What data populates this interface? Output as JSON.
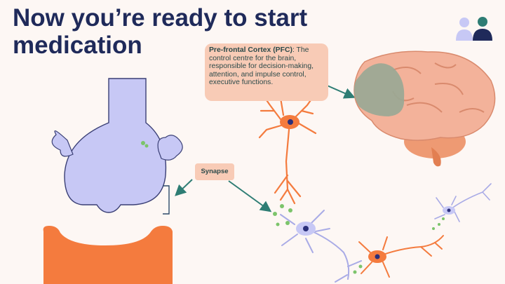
{
  "slide": {
    "title": "Now you’re ready to start medication",
    "pfc_callout": {
      "heading": "Pre-frontal Cortex (PFC)",
      "body": ": The control centre for the brain, responsible for decision-making, attention, and impulse control, executive functions."
    },
    "synapse_label": "Synapse"
  },
  "colors": {
    "title": "#1f2a5a",
    "callout_bg": "#f8cbb6",
    "arrow": "#2e7d74",
    "neuron_purple": "#c7c8f5",
    "neuron_orange": "#f47b3e",
    "brain_pink": "#f3b29a",
    "pfc_highlight": "#9aa895"
  },
  "icons": [
    "logo-icon",
    "brain-icon",
    "neuron-icon",
    "synapse-diagram"
  ]
}
